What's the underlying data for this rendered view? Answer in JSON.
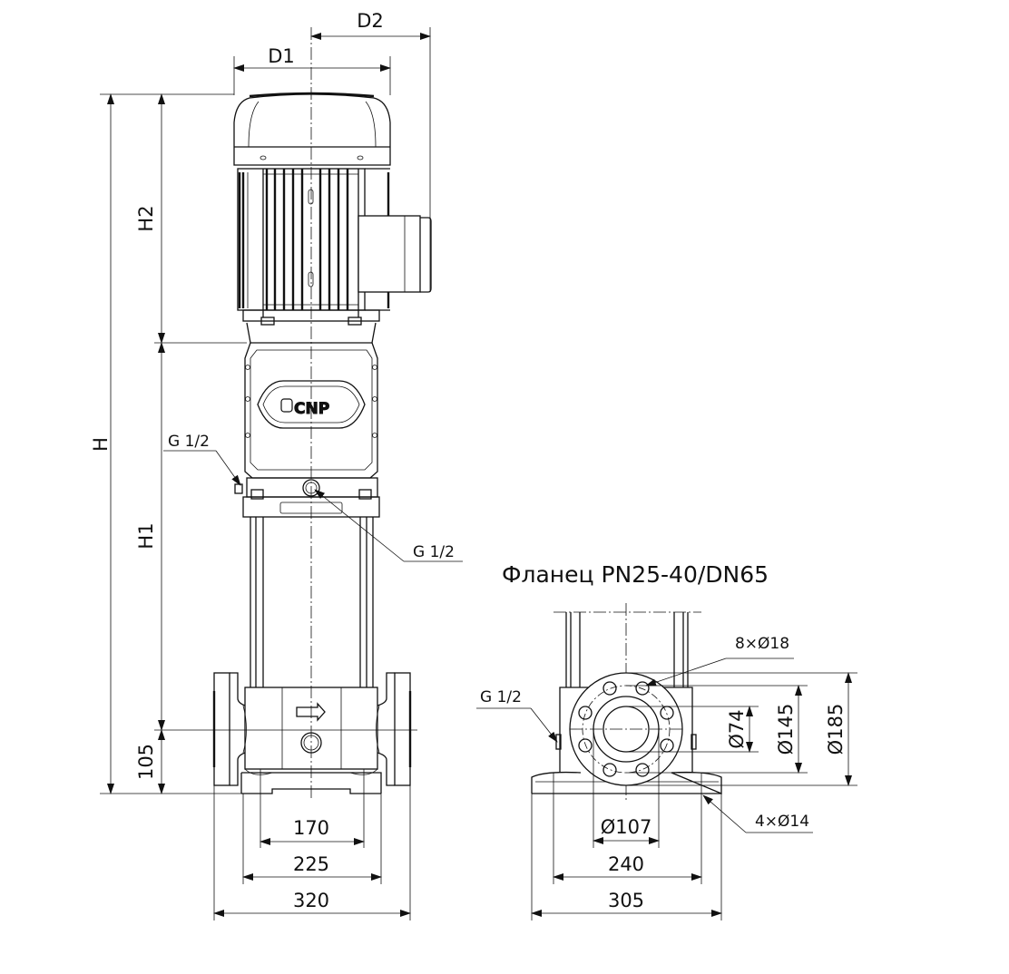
{
  "title": "Фланец PN25-40/DN65",
  "logo_text": "CNP",
  "dimensions": {
    "D1": "D1",
    "D2": "D2",
    "H": "H",
    "H1": "H1",
    "H2": "H2",
    "base_height": "105",
    "w170": "170",
    "w225": "225",
    "w320": "320",
    "d107": "Ø107",
    "w240": "240",
    "w305": "305",
    "d74": "Ø74",
    "d145": "Ø145",
    "d185": "Ø185"
  },
  "callouts": {
    "g_left": "G 1/2",
    "g_mid": "G 1/2",
    "g_right": "G 1/2",
    "bolt_holes": "8×Ø18",
    "foot_holes": "4×Ø14"
  }
}
